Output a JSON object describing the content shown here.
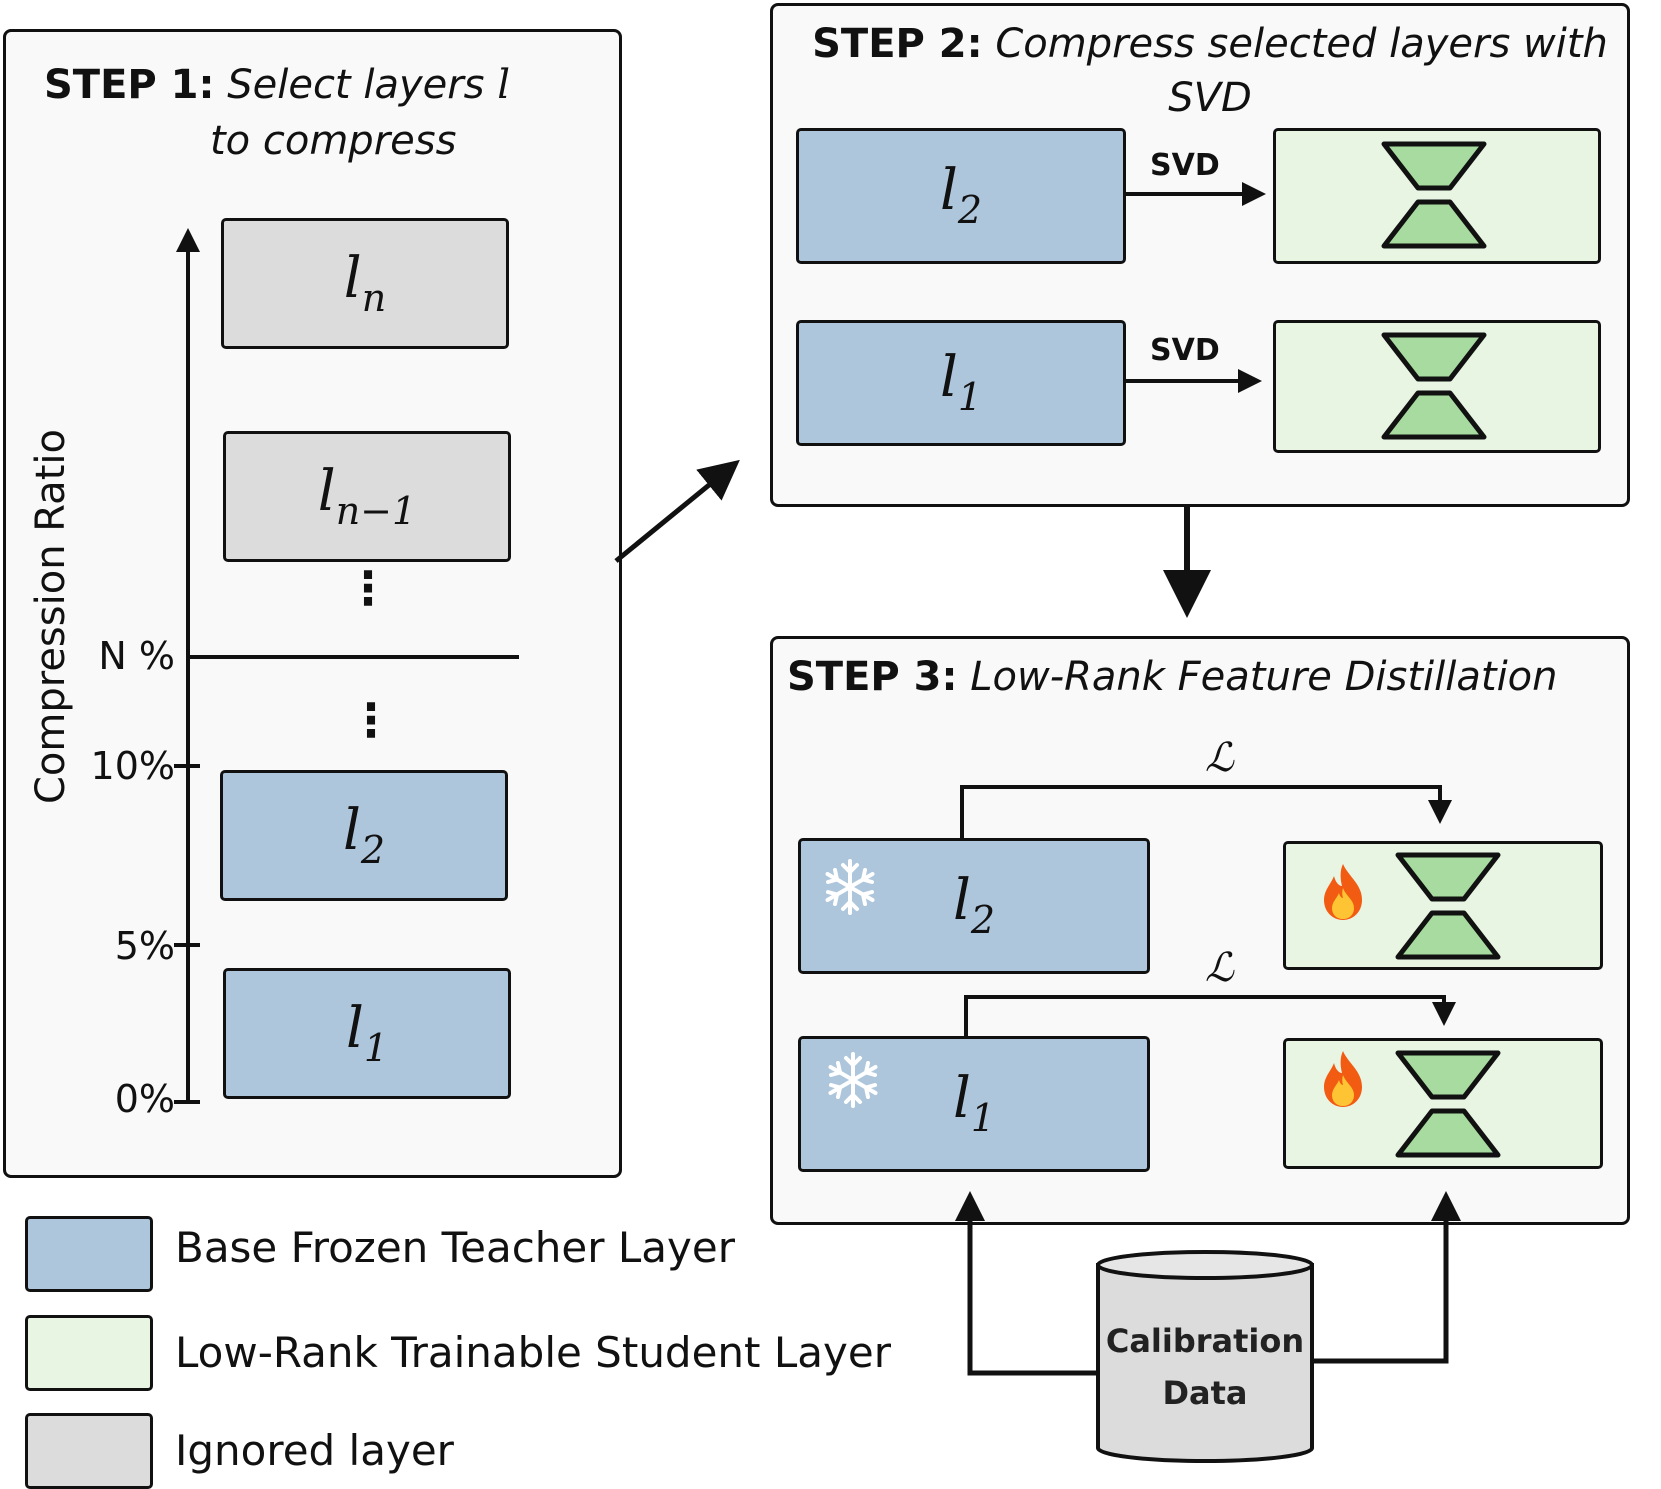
{
  "step1": {
    "step_label": "STEP 1:",
    "description_pre": "Select layers",
    "description_var": "l",
    "description_post": "to compress",
    "axis_title": "Compression Ratio",
    "ticks": [
      "N %",
      "10%",
      "5%",
      "0%"
    ],
    "layers": [
      {
        "name": "l",
        "sub": "n",
        "kind": "ignored"
      },
      {
        "name": "l",
        "sub": "n−1",
        "kind": "ignored"
      },
      {
        "name": "l",
        "sub": "2",
        "kind": "teacher"
      },
      {
        "name": "l",
        "sub": "1",
        "kind": "teacher"
      }
    ],
    "ellipsis": "⋮"
  },
  "step2": {
    "step_label": "STEP 2:",
    "description": "Compress selected layers with SVD",
    "arrow_label": "SVD",
    "layers": [
      {
        "name": "l",
        "sub": "2"
      },
      {
        "name": "l",
        "sub": "1"
      }
    ]
  },
  "step3": {
    "step_label": "STEP 3:",
    "description": "Low-Rank Feature Distillation",
    "loss_symbol": "ℒ",
    "frozen_icon": "snowflake-icon",
    "trainable_icon": "fire-icon",
    "layers": [
      {
        "name": "l",
        "sub": "2"
      },
      {
        "name": "l",
        "sub": "1"
      }
    ],
    "calibration": {
      "line1": "Calibration",
      "line2": "Data"
    }
  },
  "legend": [
    {
      "label": "Base Frozen Teacher Layer",
      "color": "#aec6dc"
    },
    {
      "label": "Low-Rank Trainable Student Layer",
      "color": "#e8f5e3"
    },
    {
      "label": "Ignored layer",
      "color": "#dcdcdc"
    }
  ],
  "colors": {
    "teacher": "#aec6dc",
    "student": "#e8f5e3",
    "ignored": "#dcdcdc",
    "hourglass": "#a8dba0",
    "panel": "#f9f9f9"
  }
}
